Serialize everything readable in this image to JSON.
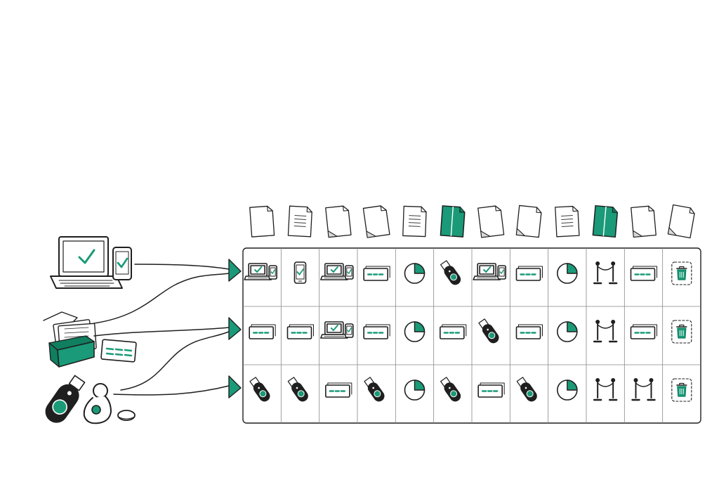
{
  "colors": {
    "ink": "#1f1f1f",
    "accent": "#1a9a78",
    "accent_dark": "#0f7f60",
    "paper": "#ffffff",
    "grid": "#888888",
    "shade": "#d9d9d9"
  },
  "sources": [
    {
      "icon": "laptop-phone-check-icon"
    },
    {
      "icon": "card-box-icon"
    },
    {
      "icon": "security-key-fob-icon"
    }
  ],
  "documents": [
    {
      "icon": "document-blank-icon",
      "filled": false
    },
    {
      "icon": "document-lined-icon",
      "filled": false
    },
    {
      "icon": "document-folded-icon",
      "filled": false
    },
    {
      "icon": "document-folded-icon",
      "filled": false
    },
    {
      "icon": "document-lined-icon",
      "filled": false
    },
    {
      "icon": "document-filled-icon",
      "filled": true
    },
    {
      "icon": "document-folded-icon",
      "filled": false
    },
    {
      "icon": "document-folded-icon",
      "filled": false
    },
    {
      "icon": "document-lined-icon",
      "filled": false
    },
    {
      "icon": "document-filled-icon",
      "filled": true
    },
    {
      "icon": "document-folded-icon",
      "filled": false
    },
    {
      "icon": "document-folded-icon",
      "filled": false
    }
  ],
  "grid": {
    "rows": [
      [
        "laptop-phone",
        "phone",
        "laptop-phone",
        "card",
        "pie",
        "usb-key",
        "laptop-phone",
        "card",
        "pie",
        "stanchion",
        "card",
        "trash"
      ],
      [
        "card",
        "card",
        "laptop-phone",
        "card",
        "pie",
        "card",
        "usb-key",
        "card",
        "pie",
        "stanchion",
        "card",
        "trash"
      ],
      [
        "usb-key",
        "usb-key",
        "card",
        "usb-key",
        "pie",
        "usb-key",
        "card",
        "usb-key",
        "pie",
        "stanchion",
        "stanchion",
        "trash"
      ]
    ]
  }
}
